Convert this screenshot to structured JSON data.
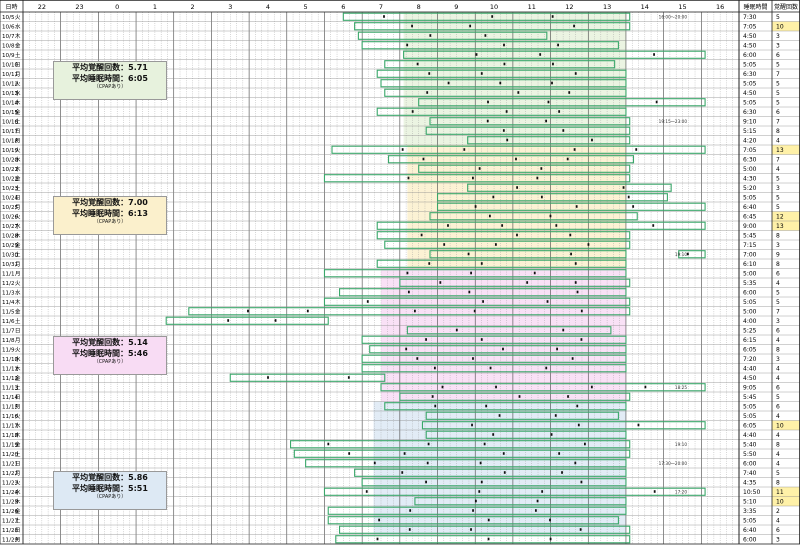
{
  "chart_data": {
    "type": "table",
    "header": {
      "date": "日時",
      "sleep_time": "睡眠時間",
      "wake_count": "覚醒回数"
    },
    "hour_ticks": [
      "22",
      "23",
      "0",
      "1",
      "2",
      "3",
      "4",
      "5",
      "6",
      "7",
      "8",
      "9",
      "10",
      "11",
      "12",
      "13",
      "14",
      "15",
      "16"
    ],
    "rows": [
      {
        "d": "10/5",
        "w": "火",
        "t": "7:30",
        "c": "5",
        "s": [
          [
            6.5,
            14.1
          ]
        ],
        "n": "16:00～20:00"
      },
      {
        "d": "10/6",
        "w": "水",
        "t": "7:05",
        "c": "10",
        "s": [
          [
            6.8,
            14.1
          ]
        ]
      },
      {
        "d": "10/7",
        "w": "木",
        "t": "4:50",
        "c": "3",
        "s": [
          [
            6.9,
            11.9
          ]
        ]
      },
      {
        "d": "10/8",
        "w": "金",
        "t": "4:50",
        "c": "3",
        "s": [
          [
            7.0,
            13.8
          ]
        ]
      },
      {
        "d": "10/9",
        "w": "土",
        "t": "6:00",
        "c": "6",
        "s": [
          [
            8.1,
            16.1
          ]
        ]
      },
      {
        "d": "10/10",
        "w": "日",
        "t": "5:05",
        "c": "5",
        "s": [
          [
            7.6,
            13.7
          ]
        ]
      },
      {
        "d": "10/11",
        "w": "月",
        "t": "6:30",
        "c": "7",
        "s": [
          [
            7.4,
            14.0
          ]
        ]
      },
      {
        "d": "10/12",
        "w": "火",
        "t": "5:05",
        "c": "5",
        "s": [
          [
            7.5,
            14.0
          ]
        ]
      },
      {
        "d": "10/13",
        "w": "水",
        "t": "4:50",
        "c": "5",
        "s": [
          [
            7.6,
            14.0
          ]
        ]
      },
      {
        "d": "10/14",
        "w": "木",
        "t": "5:05",
        "c": "5",
        "s": [
          [
            8.5,
            16.1
          ]
        ]
      },
      {
        "d": "10/15",
        "w": "金",
        "t": "6:30",
        "c": "6",
        "s": [
          [
            7.4,
            14.0
          ]
        ]
      },
      {
        "d": "10/16",
        "w": "土",
        "t": "9:10",
        "c": "7",
        "s": [
          [
            8.8,
            14.1
          ]
        ],
        "n": "19:15～23:00"
      },
      {
        "d": "10/17",
        "w": "日",
        "t": "5:15",
        "c": "8",
        "s": [
          [
            8.7,
            14.1
          ]
        ]
      },
      {
        "d": "10/18",
        "w": "月",
        "t": "4:20",
        "c": "4",
        "s": [
          [
            9.8,
            14.1
          ]
        ]
      },
      {
        "d": "10/19",
        "w": "火",
        "t": "7:05",
        "c": "13",
        "s": [
          [
            6.2,
            16.1
          ]
        ]
      },
      {
        "d": "10/20",
        "w": "水",
        "t": "6:30",
        "c": "7",
        "s": [
          [
            7.7,
            14.2
          ]
        ]
      },
      {
        "d": "10/21",
        "w": "木",
        "t": "5:00",
        "c": "4",
        "s": [
          [
            8.5,
            14.1
          ]
        ]
      },
      {
        "d": "10/22",
        "w": "金",
        "t": "4:30",
        "c": "5",
        "s": [
          [
            6.0,
            14.1
          ]
        ]
      },
      {
        "d": "10/23",
        "w": "土",
        "t": "5:20",
        "c": "3",
        "s": [
          [
            9.8,
            15.2
          ]
        ]
      },
      {
        "d": "10/24",
        "w": "日",
        "t": "5:05",
        "c": "5",
        "s": [
          [
            9.0,
            15.1
          ]
        ]
      },
      {
        "d": "10/25",
        "w": "月",
        "t": "6:40",
        "c": "5",
        "s": [
          [
            9.0,
            16.1
          ]
        ]
      },
      {
        "d": "10/26",
        "w": "火",
        "t": "6:45",
        "c": "12",
        "s": [
          [
            8.8,
            14.3
          ]
        ]
      },
      {
        "d": "10/27",
        "w": "水",
        "t": "9:00",
        "c": "13",
        "s": [
          [
            7.4,
            16.1
          ]
        ]
      },
      {
        "d": "10/28",
        "w": "木",
        "t": "5:45",
        "c": "8",
        "s": [
          [
            7.4,
            14.1
          ]
        ]
      },
      {
        "d": "10/29",
        "w": "金",
        "t": "7:15",
        "c": "3",
        "s": [
          [
            7.6,
            14.1
          ]
        ]
      },
      {
        "d": "10/30",
        "w": "土",
        "t": "7:00",
        "c": "9",
        "s": [
          [
            8.8,
            14.0
          ],
          [
            15.4,
            16.1
          ]
        ],
        "n": "19:10"
      },
      {
        "d": "10/31",
        "w": "月",
        "t": "6:10",
        "c": "8",
        "s": [
          [
            7.4,
            14.0
          ]
        ]
      },
      {
        "d": "11/1",
        "w": "月",
        "t": "5:00",
        "c": "6",
        "s": [
          [
            6.0,
            14.0
          ]
        ]
      },
      {
        "d": "11/2",
        "w": "火",
        "t": "5:35",
        "c": "4",
        "s": [
          [
            8.0,
            14.1
          ]
        ]
      },
      {
        "d": "11/3",
        "w": "水",
        "t": "6:00",
        "c": "5",
        "s": [
          [
            6.4,
            14.0
          ]
        ]
      },
      {
        "d": "11/4",
        "w": "木",
        "t": "5:05",
        "c": "5",
        "s": [
          [
            6.0,
            14.1
          ]
        ]
      },
      {
        "d": "11/5",
        "w": "金",
        "t": "5:00",
        "c": "7",
        "s": [
          [
            2.4,
            14.1
          ]
        ]
      },
      {
        "d": "11/6",
        "w": "土",
        "t": "4:00",
        "c": "3",
        "s": [
          [
            1.8,
            6.1
          ]
        ]
      },
      {
        "d": "11/7",
        "w": "日",
        "t": "5:25",
        "c": "6",
        "s": [
          [
            8.2,
            13.6
          ]
        ]
      },
      {
        "d": "11/8",
        "w": "月",
        "t": "6:15",
        "c": "4",
        "s": [
          [
            7.0,
            14.0
          ]
        ]
      },
      {
        "d": "11/9",
        "w": "火",
        "t": "6:05",
        "c": "8",
        "s": [
          [
            7.2,
            14.0
          ]
        ]
      },
      {
        "d": "11/10",
        "w": "水",
        "t": "7:20",
        "c": "3",
        "s": [
          [
            7.0,
            14.0
          ]
        ]
      },
      {
        "d": "11/11",
        "w": "木",
        "t": "4:40",
        "c": "4",
        "s": [
          [
            7.0,
            14.0
          ]
        ]
      },
      {
        "d": "11/12",
        "w": "金",
        "t": "4:50",
        "c": "4",
        "s": [
          [
            3.5,
            7.6
          ]
        ]
      },
      {
        "d": "11/13",
        "w": "土",
        "t": "9:05",
        "c": "6",
        "s": [
          [
            7.5,
            16.1
          ]
        ],
        "n": "18:25"
      },
      {
        "d": "11/14",
        "w": "日",
        "t": "5:45",
        "c": "5",
        "s": [
          [
            8.0,
            14.1
          ]
        ]
      },
      {
        "d": "11/15",
        "w": "月",
        "t": "5:05",
        "c": "6",
        "s": [
          [
            7.6,
            14.0
          ]
        ]
      },
      {
        "d": "11/16",
        "w": "火",
        "t": "5:05",
        "c": "4",
        "s": [
          [
            8.7,
            13.8
          ]
        ]
      },
      {
        "d": "11/17",
        "w": "水",
        "t": "6:05",
        "c": "10",
        "s": [
          [
            8.6,
            16.1
          ]
        ]
      },
      {
        "d": "11/18",
        "w": "木",
        "t": "4:40",
        "c": "4",
        "s": [
          [
            8.7,
            14.0
          ]
        ]
      },
      {
        "d": "11/19",
        "w": "金",
        "t": "5:40",
        "c": "8",
        "s": [
          [
            5.1,
            14.1
          ]
        ],
        "n": "19:10"
      },
      {
        "d": "11/20",
        "w": "土",
        "t": "5:50",
        "c": "4",
        "s": [
          [
            5.2,
            14.1
          ]
        ]
      },
      {
        "d": "11/21",
        "w": "日",
        "t": "6:00",
        "c": "4",
        "s": [
          [
            5.5,
            14.0
          ]
        ],
        "n": "17:30～20:00"
      },
      {
        "d": "11/22",
        "w": "月",
        "t": "7:40",
        "c": "5",
        "s": [
          [
            6.8,
            14.0
          ]
        ]
      },
      {
        "d": "11/23",
        "w": "火",
        "t": "4:35",
        "c": "8",
        "s": [
          [
            7.0,
            14.0
          ]
        ]
      },
      {
        "d": "11/24",
        "w": "水",
        "t": "10:50",
        "c": "11",
        "s": [
          [
            6.0,
            16.1
          ]
        ],
        "n": "17:20"
      },
      {
        "d": "11/25",
        "w": "木",
        "t": "5:10",
        "c": "10",
        "s": [
          [
            8.4,
            14.0
          ]
        ]
      },
      {
        "d": "11/26",
        "w": "金",
        "t": "3:35",
        "c": "2",
        "s": [
          [
            6.1,
            14.0
          ]
        ]
      },
      {
        "d": "11/27",
        "w": "土",
        "t": "5:05",
        "c": "4",
        "s": [
          [
            6.1,
            13.8
          ]
        ]
      },
      {
        "d": "11/28",
        "w": "日",
        "t": "6:40",
        "c": "6",
        "s": [
          [
            6.4,
            14.1
          ]
        ]
      },
      {
        "d": "11/29",
        "w": "月",
        "t": "6:00",
        "c": "3",
        "s": [
          [
            6.3,
            14.1
          ]
        ]
      }
    ],
    "summaries": [
      {
        "l1": "平均覚醒回数：5.71",
        "l2": "平均睡眠時間：6:05",
        "l3": "（CPAPあり）",
        "bg": "#e7f2dd",
        "from": 0,
        "to": 13
      },
      {
        "l1": "平均覚醒回数：7.00",
        "l2": "平均睡眠時間：6:13",
        "l3": "（CPAPあり）",
        "bg": "#fbf0cc",
        "from": 14,
        "to": 26
      },
      {
        "l1": "平均覚醒回数：5.14",
        "l2": "平均睡眠時間：5:46",
        "l3": "（CPAPあり）",
        "bg": "#f8dcf4",
        "from": 27,
        "to": 40
      },
      {
        "l1": "平均覚醒回数：5.86",
        "l2": "平均睡眠時間：5:51",
        "l3": "（CPAPあり）",
        "bg": "#dde9f4",
        "from": 41,
        "to": 54
      }
    ],
    "highlight_color": "#fff1a8",
    "bar_color": "#3aa76a"
  }
}
